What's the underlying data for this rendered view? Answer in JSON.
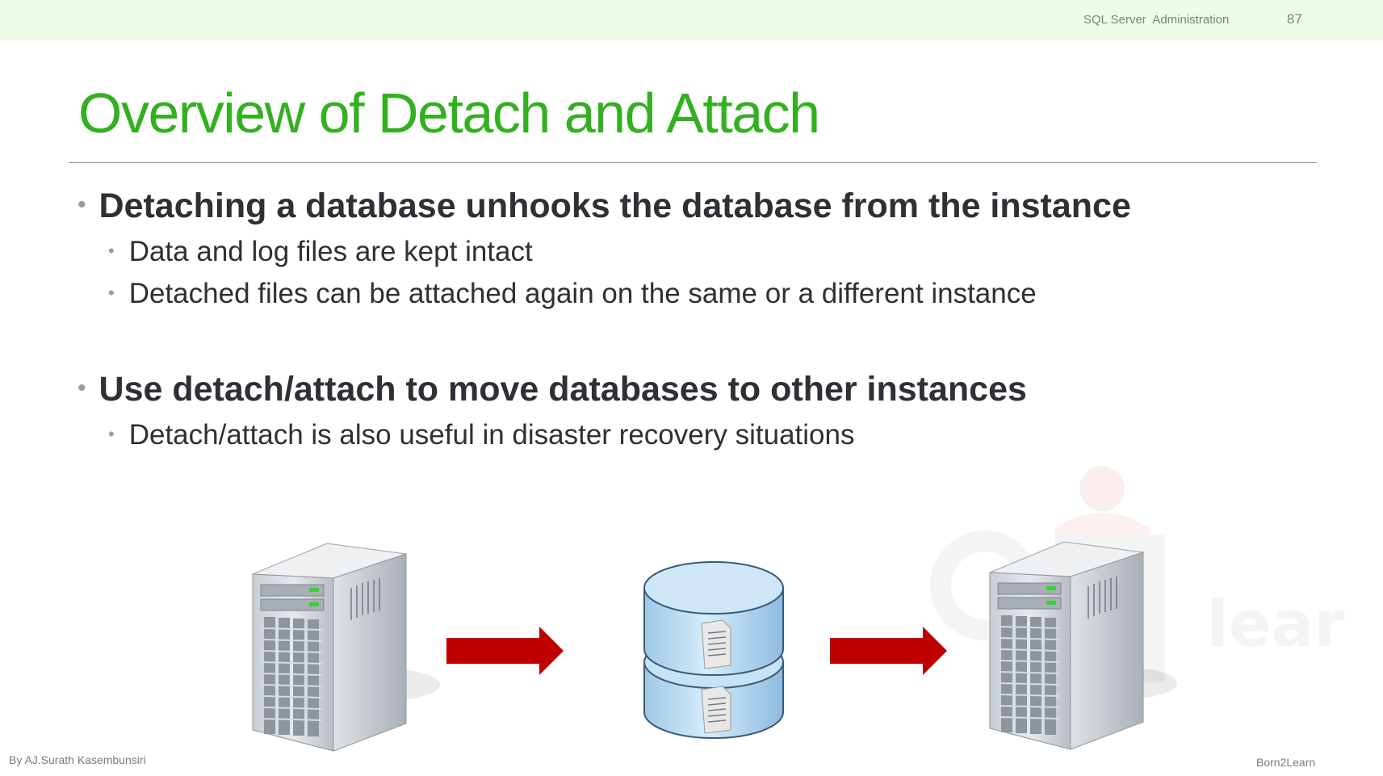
{
  "header": {
    "course_title": "SQL Server  Administration",
    "page_number": "87"
  },
  "slide": {
    "title": "Overview of Detach and Attach",
    "bullets": [
      {
        "text": "Detaching a database unhooks the database from the instance",
        "sub": [
          "Data and log files are kept intact",
          "Detached files can be attached again on the same or a different instance"
        ]
      },
      {
        "text": "Use detach/attach to move databases to other instances",
        "sub": [
          "Detach/attach is also useful in disaster recovery situations"
        ]
      }
    ]
  },
  "diagram": {
    "icons": [
      "server-icon",
      "arrow-right-icon",
      "database-icon",
      "arrow-right-icon",
      "server-icon"
    ],
    "arrow_color": "#c00000",
    "database_color": "#bfe0f5"
  },
  "watermark": {
    "text": "learn"
  },
  "footer": {
    "author": "By AJ.Surath Kasembunsiri",
    "brand": "Born2Learn"
  },
  "colors": {
    "title": "#33b020",
    "header_band": "#eefbe6",
    "body_text": "#2f2f35"
  }
}
